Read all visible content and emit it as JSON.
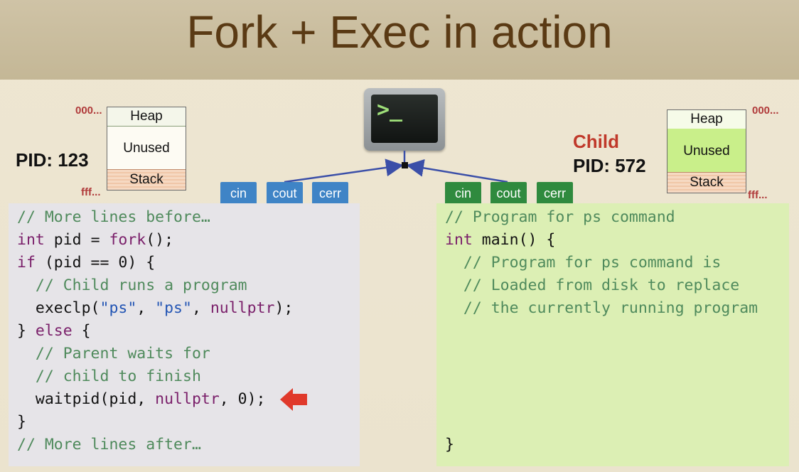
{
  "title": "Fork + Exec in action",
  "parent": {
    "pid_label": "PID: 123",
    "addr_top": "000...",
    "addr_bottom": "fff...",
    "memory": {
      "heap": "Heap",
      "unused": "Unused",
      "stack": "Stack"
    },
    "streams": [
      "cin",
      "cout",
      "cerr"
    ],
    "code_lines": [
      [
        {
          "t": "// More lines before…",
          "c": "cm"
        }
      ],
      [
        {
          "t": "int",
          "c": "kw"
        },
        {
          "t": " pid = "
        },
        {
          "t": "fork",
          "c": "fn"
        },
        {
          "t": "();"
        }
      ],
      [
        {
          "t": "if",
          "c": "kw"
        },
        {
          "t": " (pid == 0) {"
        }
      ],
      [
        {
          "t": "  "
        },
        {
          "t": "// Child runs a program",
          "c": "cm"
        }
      ],
      [
        {
          "t": "  execlp("
        },
        {
          "t": "\"ps\"",
          "c": "str"
        },
        {
          "t": ", "
        },
        {
          "t": "\"ps\"",
          "c": "str"
        },
        {
          "t": ", "
        },
        {
          "t": "nullptr",
          "c": "kw"
        },
        {
          "t": ");"
        }
      ],
      [
        {
          "t": "} "
        },
        {
          "t": "else",
          "c": "kw"
        },
        {
          "t": " {"
        }
      ],
      [
        {
          "t": "  "
        },
        {
          "t": "// Parent waits for",
          "c": "cm"
        }
      ],
      [
        {
          "t": "  "
        },
        {
          "t": "// child to finish",
          "c": "cm"
        }
      ],
      [
        {
          "t": "  waitpid(pid, "
        },
        {
          "t": "nullptr",
          "c": "kw"
        },
        {
          "t": ", 0);"
        }
      ],
      [
        {
          "t": "}"
        }
      ],
      [
        {
          "t": "// More lines after…",
          "c": "cm"
        }
      ]
    ]
  },
  "child": {
    "label": "Child",
    "pid_label": "PID: 572",
    "addr_top": "000...",
    "addr_bottom": "fff...",
    "memory": {
      "heap": "Heap",
      "unused": "Unused",
      "stack": "Stack"
    },
    "streams": [
      "cin",
      "cout",
      "cerr"
    ],
    "code_lines": [
      [
        {
          "t": "// Program for ps command",
          "c": "cm"
        }
      ],
      [
        {
          "t": "int",
          "c": "kw"
        },
        {
          "t": " main() {"
        }
      ],
      [
        {
          "t": "  "
        },
        {
          "t": "// Program for ps command is",
          "c": "cm"
        }
      ],
      [
        {
          "t": "  "
        },
        {
          "t": "// Loaded from disk to replace",
          "c": "cm"
        }
      ],
      [
        {
          "t": "  "
        },
        {
          "t": "// the currently running program",
          "c": "cm"
        }
      ],
      [
        {
          "t": ""
        }
      ],
      [
        {
          "t": ""
        }
      ],
      [
        {
          "t": ""
        }
      ],
      [
        {
          "t": ""
        }
      ],
      [
        {
          "t": ""
        }
      ],
      [
        {
          "t": "}"
        }
      ]
    ]
  },
  "terminal": {
    "prompt": ">_"
  },
  "colors": {
    "title": "#5a3a14",
    "stream_parent": "#3f84c6",
    "stream_child": "#2f8a3e",
    "arrow": "#e0392b",
    "link": "#3b4fa8"
  }
}
